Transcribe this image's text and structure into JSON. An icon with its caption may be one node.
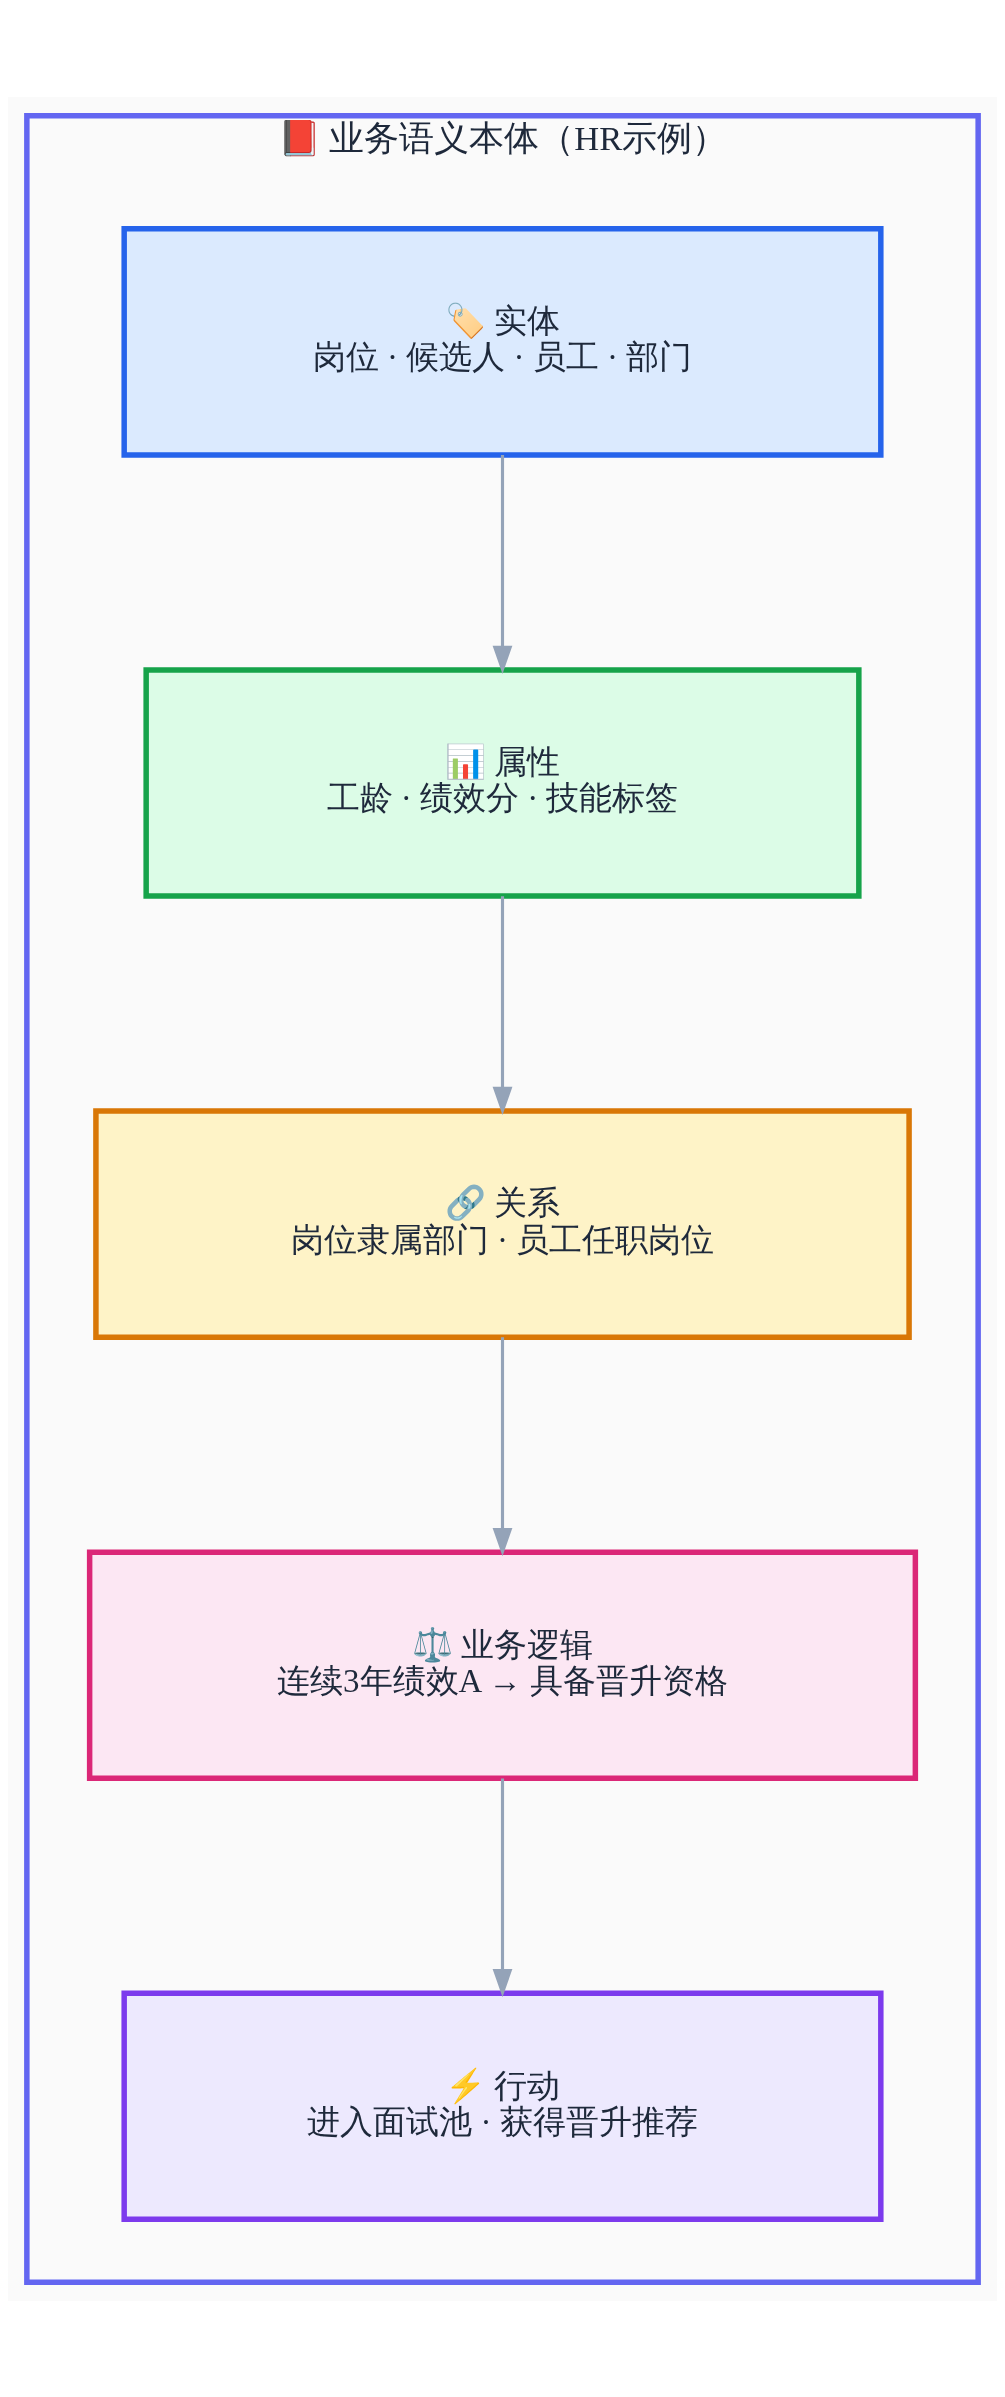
{
  "diagram": {
    "nodes": [
      {
        "text": [
          "📕 业务语义本体（HR示例）"
        ]
      },
      {
        "text": [
          "🏷️ 实体",
          "岗位 · 候选人 · 员工 · 部门"
        ],
        "in": 0
      },
      {
        "text": [
          "📊 属性",
          "工龄 · 绩效分 · 技能标签"
        ],
        "in": 0
      },
      {
        "text": [
          "🔗 关系",
          "岗位隶属部门 · 员工任职岗位"
        ],
        "in": 0
      },
      {
        "text": [
          "⚖️ 业务逻辑",
          "连续3年绩效A → 具备晋升资格"
        ],
        "in": 0
      },
      {
        "text": [
          "⚡ 行动",
          "进入面试池 · 获得晋升推荐"
        ],
        "in": 0
      }
    ],
    "edges": [
      {
        "from": 1,
        "to": 2,
        "arrow": "to"
      },
      {
        "from": 2,
        "to": 3,
        "arrow": "to"
      },
      {
        "from": 3,
        "to": 4,
        "arrow": "to"
      },
      {
        "from": 4,
        "to": 5,
        "arrow": "to"
      }
    ]
  }
}
